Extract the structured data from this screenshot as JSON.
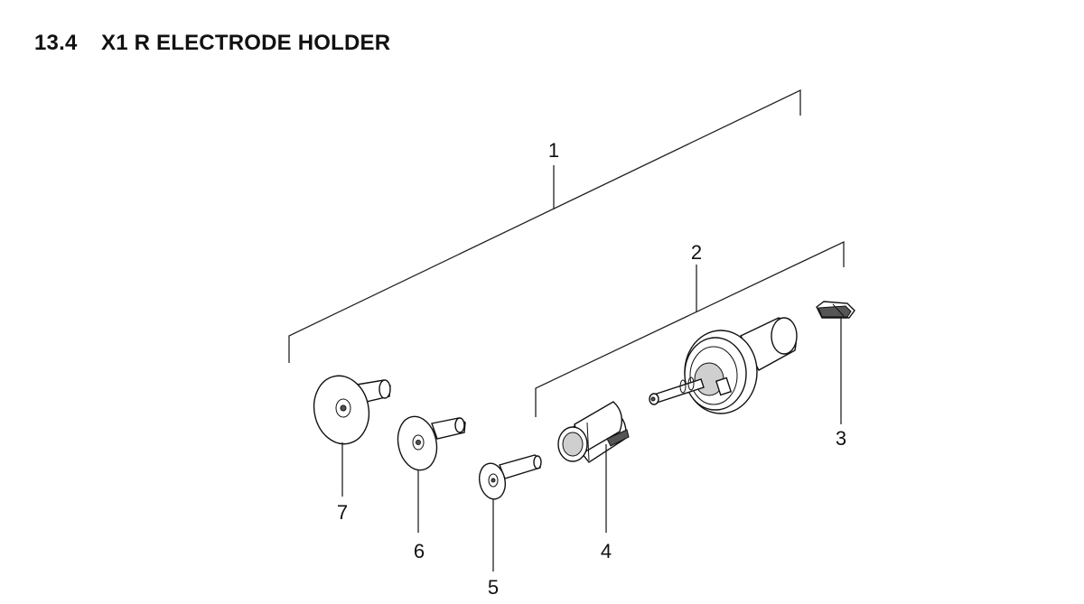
{
  "section": {
    "number": "13.4",
    "title": "X1 R ELECTRODE HOLDER"
  },
  "callouts": [
    "1",
    "2",
    "3",
    "4",
    "5",
    "6",
    "7"
  ]
}
